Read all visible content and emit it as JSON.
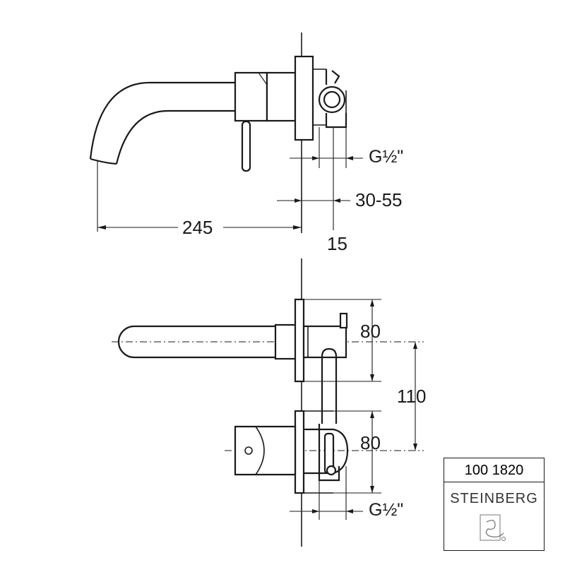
{
  "drawing": {
    "side_view": {
      "dim_reach": "245",
      "dim_thread": "G½\"",
      "dim_wall_range": "30-55",
      "dim_plate": "15"
    },
    "top_view": {
      "dim_upper_plate": "80",
      "dim_centres": "110",
      "dim_lower_plate": "80",
      "dim_thread": "G½\""
    }
  },
  "title_block": {
    "product_code": "100 1820",
    "brand": "STEINBERG",
    "logo_icon": "steinberg-logo-icon"
  }
}
